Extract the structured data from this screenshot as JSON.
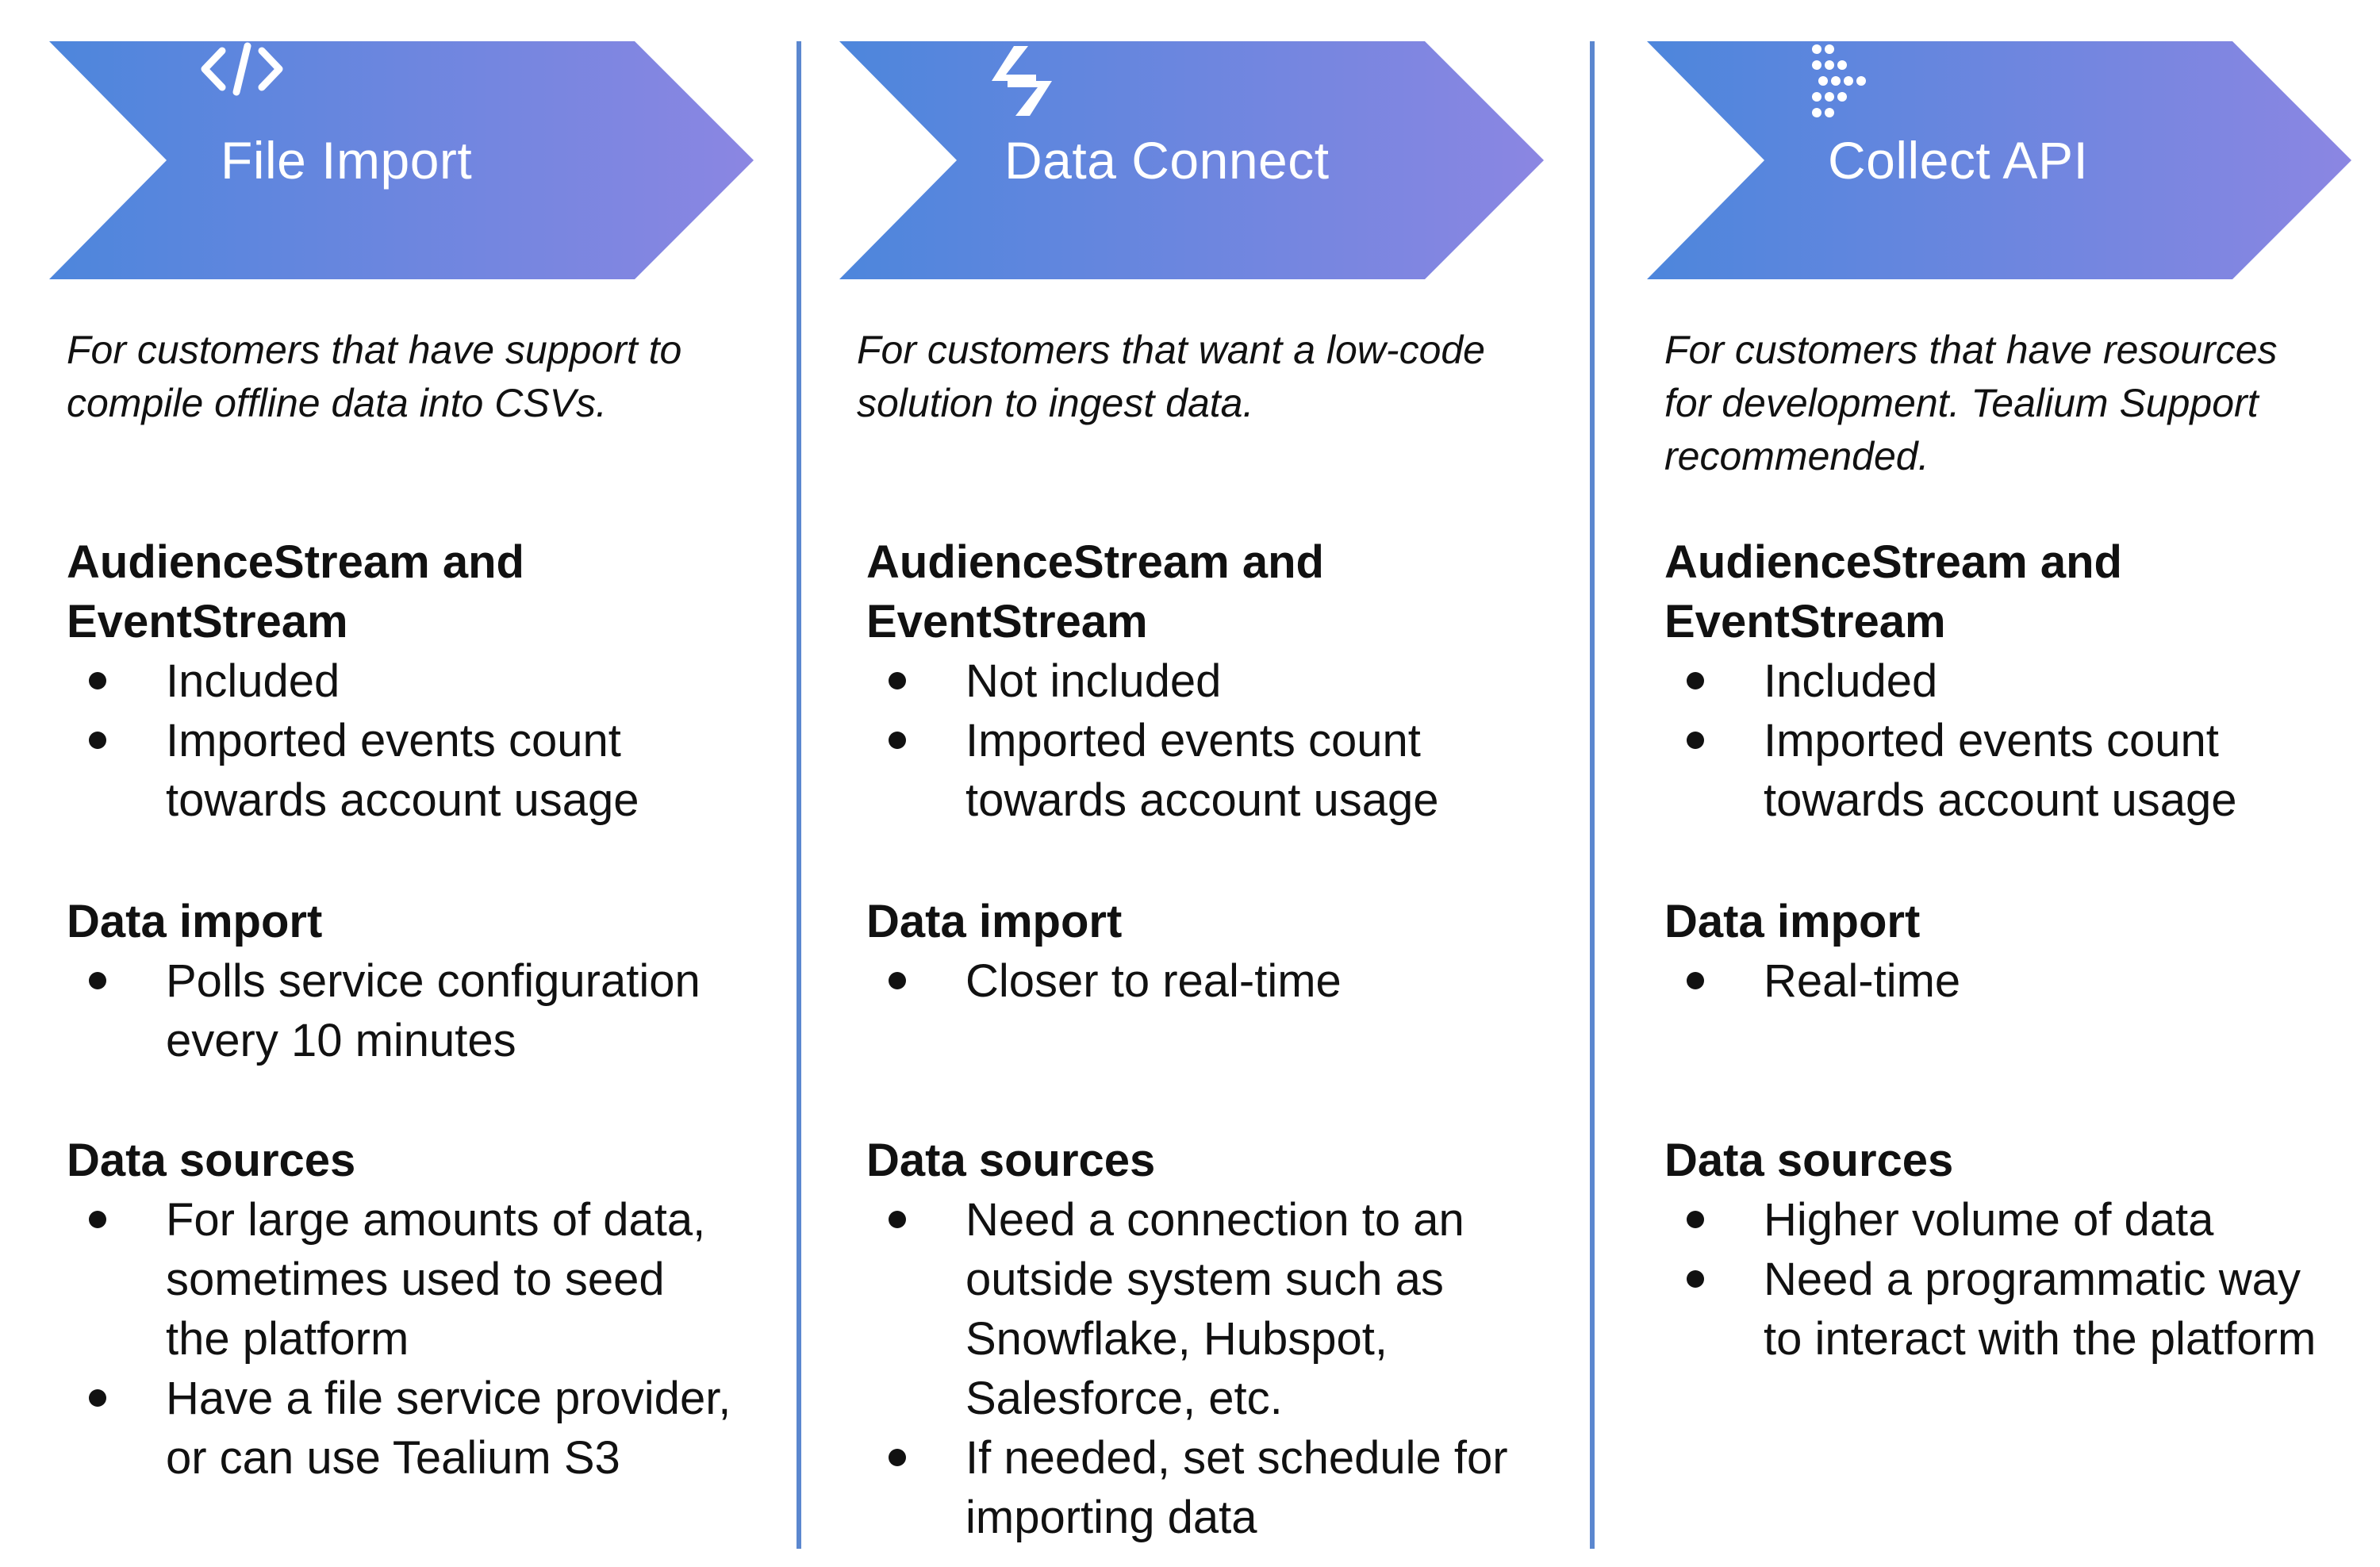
{
  "colors": {
    "gradient_start": "#4d86dc",
    "gradient_end": "#8b86e2",
    "divider": "#5b87cf"
  },
  "columns": [
    {
      "title": "File Import",
      "icon": "code-icon",
      "description": [
        "For customers that have support to",
        "compile offline data into CSVs."
      ],
      "streams": {
        "heading": [
          "AudienceStream and",
          "EventStream"
        ],
        "items": [
          [
            "Included"
          ],
          [
            "Imported events count",
            "towards account usage"
          ]
        ]
      },
      "import": {
        "heading": "Data import",
        "items": [
          [
            "Polls service configuration",
            "every 10 minutes"
          ]
        ]
      },
      "sources": {
        "heading": "Data sources",
        "items": [
          [
            "For large amounts of data,",
            "sometimes used to seed",
            "the platform"
          ],
          [
            "Have a file service provider,",
            "or can use Tealium S3"
          ]
        ]
      }
    },
    {
      "title": "Data Connect",
      "icon": "data-connect-icon",
      "description": [
        "For customers that want a low-code",
        "solution to ingest data."
      ],
      "streams": {
        "heading": [
          "AudienceStream and",
          "EventStream"
        ],
        "items": [
          [
            "Not included"
          ],
          [
            "Imported events count",
            "towards account usage"
          ]
        ]
      },
      "import": {
        "heading": "Data import",
        "items": [
          [
            "Closer to real-time"
          ]
        ]
      },
      "sources": {
        "heading": "Data sources",
        "items": [
          [
            "Need a connection to an",
            "outside system such as",
            "Snowflake, Hubspot,",
            "Salesforce, etc."
          ],
          [
            "If needed, set schedule for",
            "importing data"
          ]
        ]
      }
    },
    {
      "title": "Collect API",
      "icon": "collect-api-dots-icon",
      "description": [
        "For customers that have resources",
        "for development. Tealium Support",
        "recommended."
      ],
      "streams": {
        "heading": [
          "AudienceStream and",
          "EventStream"
        ],
        "items": [
          [
            "Included"
          ],
          [
            "Imported events count",
            "towards account usage"
          ]
        ]
      },
      "import": {
        "heading": "Data import",
        "items": [
          [
            "Real-time"
          ]
        ]
      },
      "sources": {
        "heading": "Data sources",
        "items": [
          [
            "Higher volume of data"
          ],
          [
            "Need a programmatic way",
            "to interact with the platform"
          ]
        ]
      }
    }
  ]
}
